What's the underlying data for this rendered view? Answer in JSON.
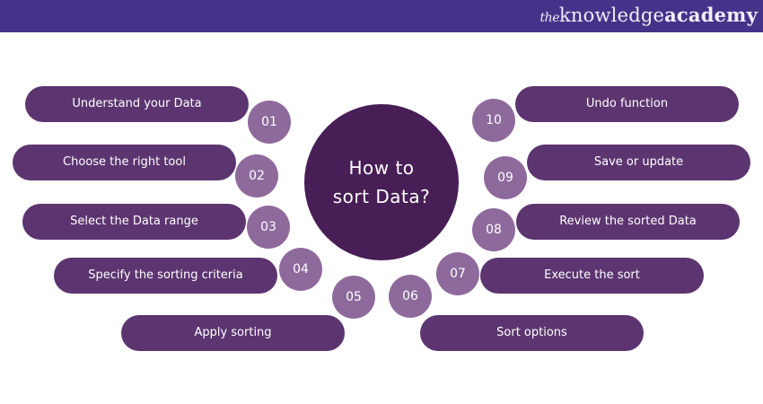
{
  "header": {
    "background": "#45338a",
    "logo": {
      "the": "the",
      "knowledge": "knowledge",
      "academy": "academy"
    }
  },
  "center": {
    "line1": "How to",
    "line2": "sort Data?",
    "color": "#471e55"
  },
  "colors": {
    "pill": "#5c3570",
    "number_circle": "#8e6a9c",
    "text": "#ffffff"
  },
  "steps": [
    {
      "number": "01",
      "label": "Understand your Data"
    },
    {
      "number": "02",
      "label": "Choose the right tool"
    },
    {
      "number": "03",
      "label": "Select the Data range"
    },
    {
      "number": "04",
      "label": "Specify the sorting criteria"
    },
    {
      "number": "05",
      "label": "Apply sorting"
    },
    {
      "number": "06",
      "label": "Sort options"
    },
    {
      "number": "07",
      "label": "Execute the sort"
    },
    {
      "number": "08",
      "label": "Review the sorted Data"
    },
    {
      "number": "09",
      "label": "Save or update"
    },
    {
      "number": "10",
      "label": "Undo function"
    }
  ]
}
